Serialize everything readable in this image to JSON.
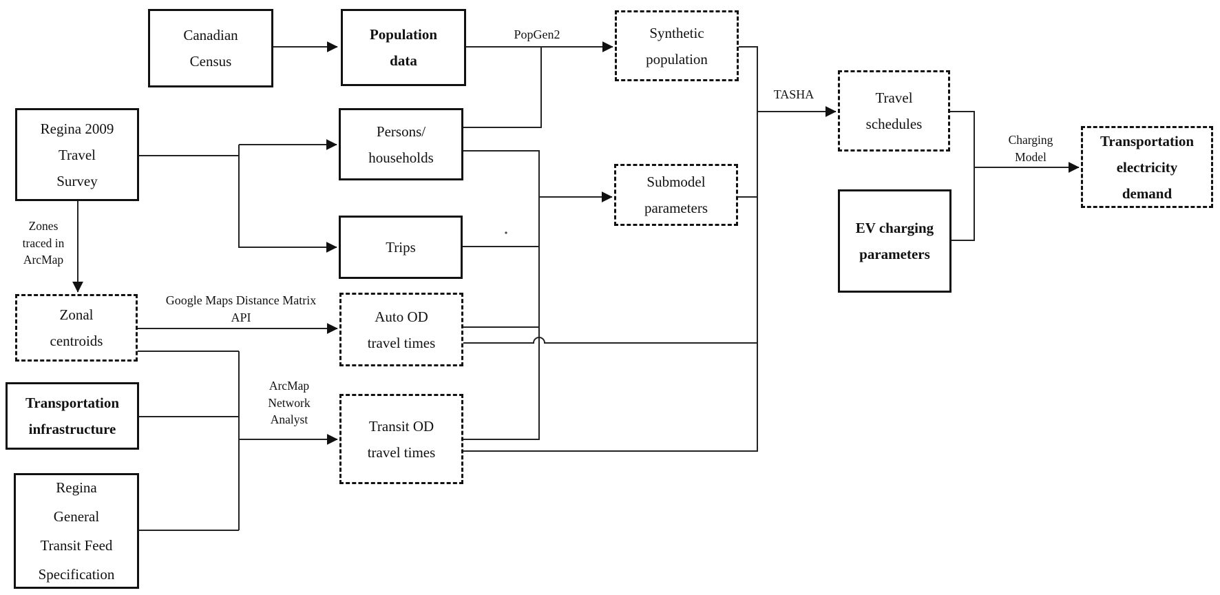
{
  "boxes": {
    "canadian_census": "Canadian\nCensus",
    "population_data": "Population\ndata",
    "regina_survey": "Regina 2009\nTravel\nSurvey",
    "persons_households": "Persons/\nhouseholds",
    "trips": "Trips",
    "synthetic_population": "Synthetic\npopulation",
    "submodel_parameters": "Submodel\nparameters",
    "zonal_centroids": "Zonal\ncentroids",
    "auto_od": "Auto OD\ntravel times",
    "transit_od": "Transit OD\ntravel times",
    "transportation_infrastructure": "Transportation\ninfrastructure",
    "regina_gtfs": "Regina\nGeneral\nTransit Feed\nSpecification",
    "travel_schedules": "Travel\nschedules",
    "ev_charging_parameters": "EV charging\nparameters",
    "transportation_electricity_demand": "Transportation\nelectricity\ndemand"
  },
  "edge_labels": {
    "popgen2": "PopGen2",
    "tasha": "TASHA",
    "zones_traced_in_arcmap": "Zones\ntraced in\nArcMap",
    "google_maps_api": "Google Maps Distance Matrix\nAPI",
    "arcmap_network_analyst": "ArcMap\nNetwork\nAnalyst",
    "charging_model": "Charging\nModel"
  },
  "colors": {
    "line": "#222222",
    "box_border": "#111111",
    "text": "#111111",
    "background": "#ffffff"
  }
}
